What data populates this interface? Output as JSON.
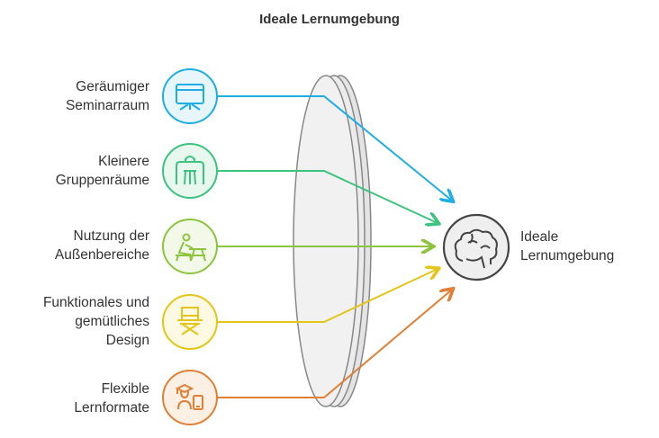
{
  "title": "Ideale Lernumgebung",
  "inputs": [
    {
      "label": "Geräumiger\nSeminarraum",
      "icon": "presentation-board-icon",
      "color": "#1eaee3",
      "fill": "#e6f6fc"
    },
    {
      "label": "Kleinere\nGruppenräume",
      "icon": "desk-chair-icon",
      "color": "#3cc37e",
      "fill": "#e8f8ef"
    },
    {
      "label": "Nutzung der\nAußenbereiche",
      "icon": "person-at-picnic-table-icon",
      "color": "#8cc43e",
      "fill": "#f2f9e8"
    },
    {
      "label": "Funktionales und\ngemütliches\nDesign",
      "icon": "director-chair-icon",
      "color": "#e5c518",
      "fill": "#fdf9e3"
    },
    {
      "label": "Flexible\nLernformate",
      "icon": "graduate-mobile-icon",
      "color": "#e07f35",
      "fill": "#fcefe4"
    }
  ],
  "output": {
    "label": "Ideale\nLernumgebung",
    "icon": "brain-icon",
    "color": "#444444",
    "fill": "#efefef"
  }
}
